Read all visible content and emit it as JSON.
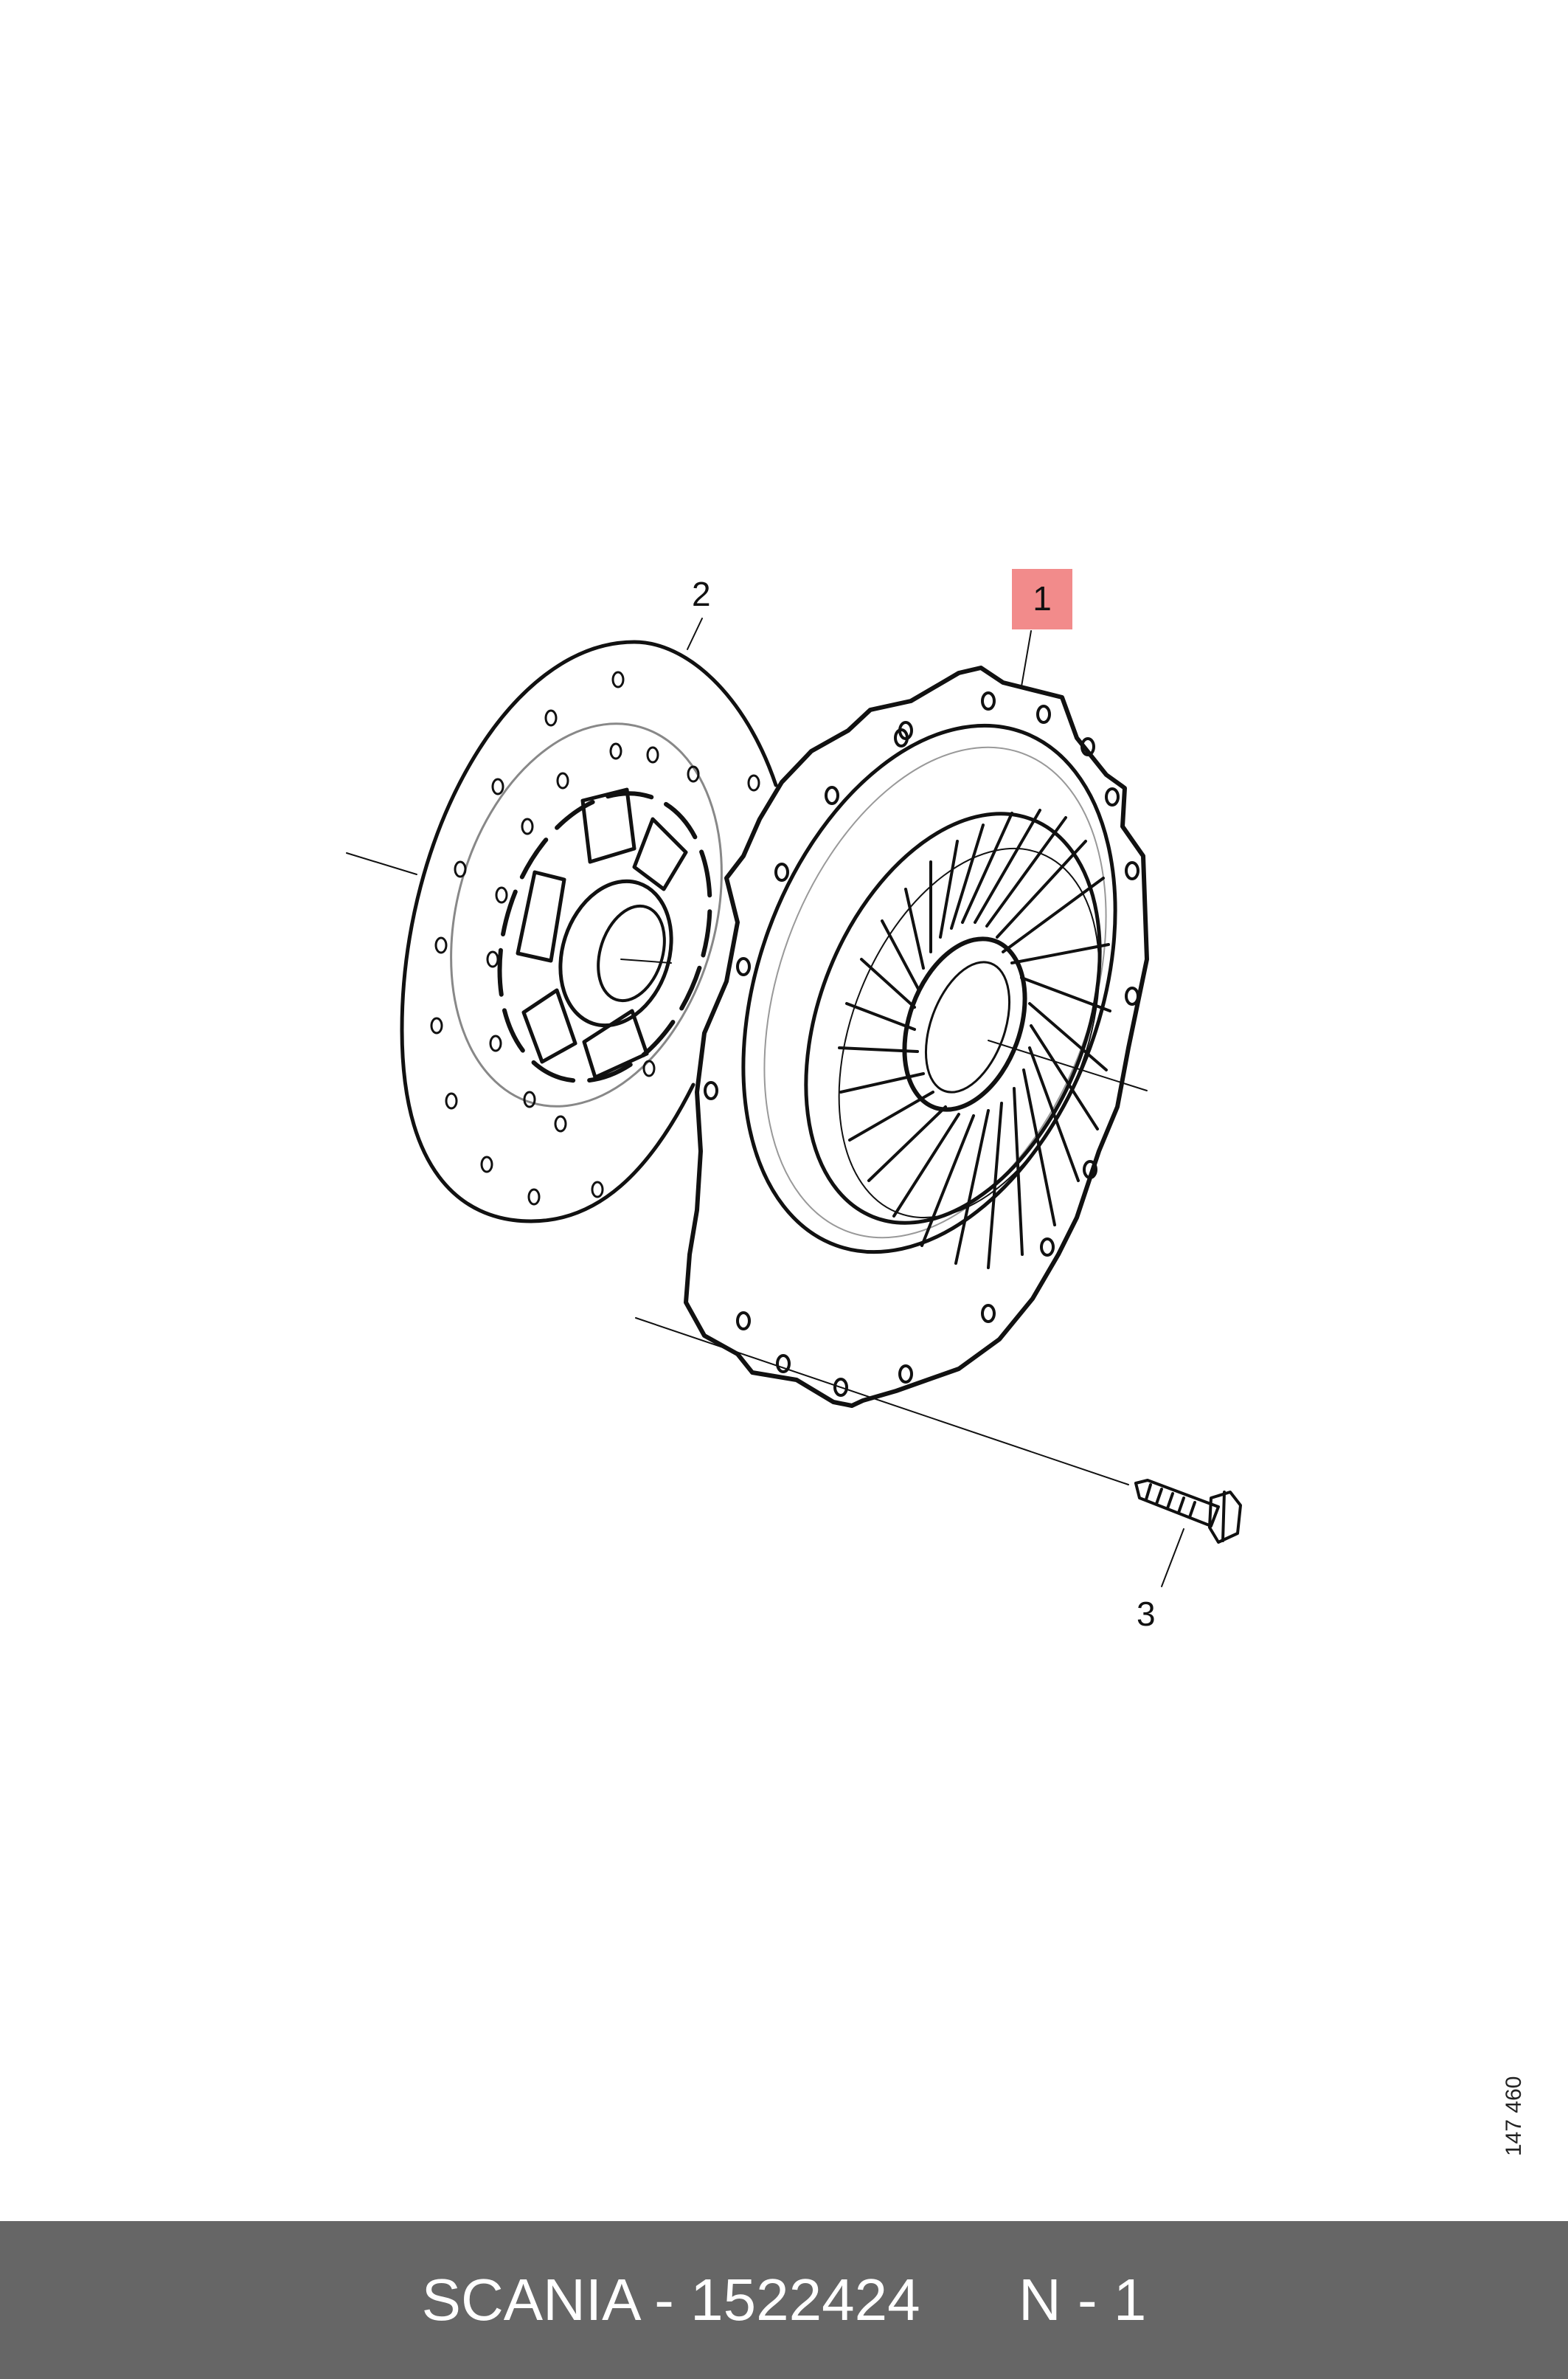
{
  "callouts": {
    "pressure_plate": "1",
    "clutch_disc": "2",
    "bolt": "3"
  },
  "drawing_number": "147 460",
  "footer": {
    "brand": "SCANIA",
    "part_number": "1522424",
    "note": "N - 1"
  },
  "colors": {
    "highlight": "#f28b8b",
    "footer_background": "#666666",
    "footer_text": "#ffffff"
  }
}
